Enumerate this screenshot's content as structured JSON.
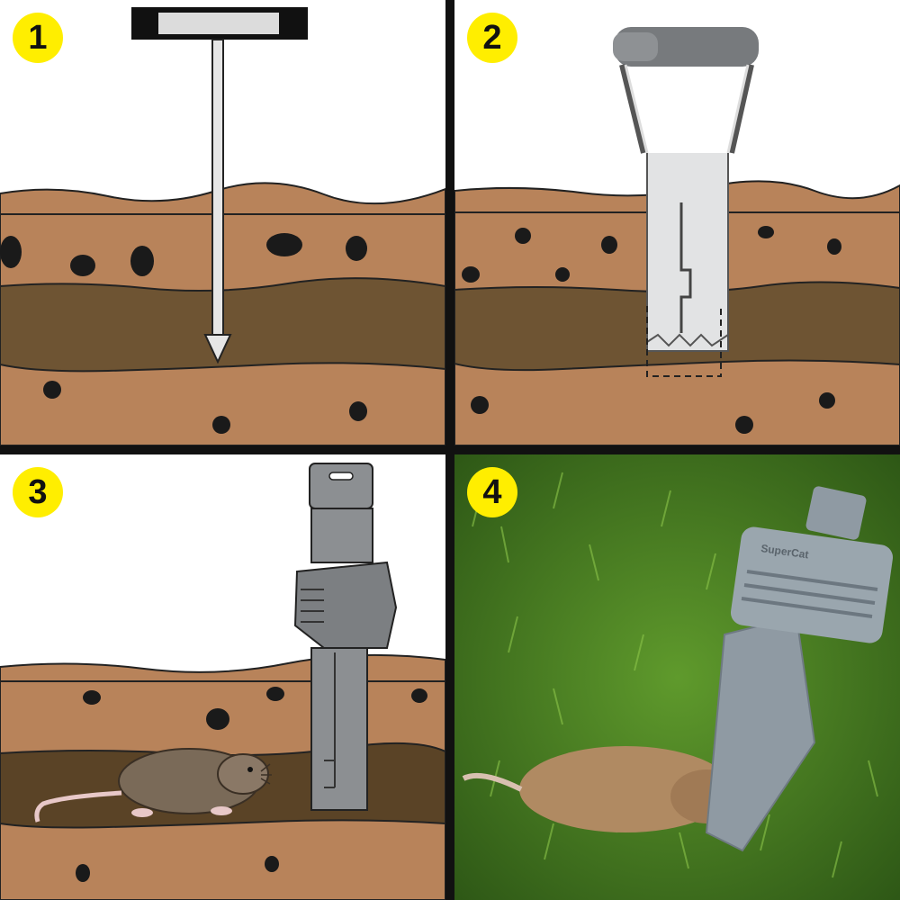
{
  "steps": [
    {
      "number": "1"
    },
    {
      "number": "2"
    },
    {
      "number": "3"
    },
    {
      "number": "4"
    }
  ],
  "photo": {
    "trap_brand_text": "SuperCat"
  },
  "colors": {
    "badge": "#ffee00",
    "soil_light": "#b8835a",
    "soil_dark": "#6e5433",
    "tool_gray": "#8c8f92",
    "tunnel": "#5a4326"
  }
}
